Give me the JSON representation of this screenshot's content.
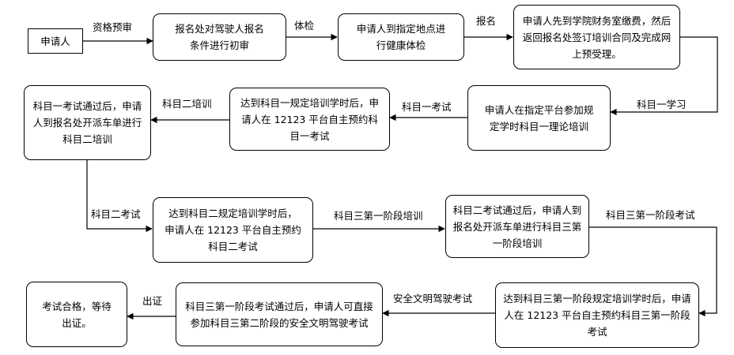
{
  "nodes": {
    "applicant": "申请人",
    "initial_review": "报名处对驾驶人报名条件进行初审",
    "health_check": "申请人到指定地点进行健康体检",
    "pay_sign": "申请人先到学院财务室缴费，然后返回报名处签订培训合同及完成网上预受理。",
    "subject1_theory": "申请人在指定平台参加规定学时科目一理论培训",
    "subject1_book": "达到科目一规定培训学时后，申请人在 12123 平台自主预约科目一考试",
    "subject2_dispatch": "科目一考试通过后，申请人到报名处开派车单进行科目二培训",
    "subject2_book": "达到科目二规定培训学时后，申请人在 12123 平台自主预约科目二考试",
    "subject3_dispatch": "科目二考试通过后，申请人到报名处开派车单进行科目三第一阶段培训",
    "subject3_book": "达到科目三第一阶段规定培训学时后，申请人在 12123 平台自主预约科目三第一阶段考试",
    "safe_driving": "科目三第一阶段考试通过后，申请人可直接参加科目三第二阶段的安全文明驾驶考试",
    "await_cert": "考试合格，等待出证。"
  },
  "edges": {
    "qualification_review": "资格预审",
    "physical_exam": "体检",
    "register": "报名",
    "subject1_study": "科目一学习",
    "subject1_exam": "科目一考试",
    "subject2_training": "科目二培训",
    "subject2_exam": "科目二考试",
    "subject3_stage1_training": "科目三第一阶段培训",
    "subject3_stage1_exam": "科目三第一阶段考试",
    "safe_driving_exam": "安全文明驾驶考试",
    "certificate": "出证"
  }
}
